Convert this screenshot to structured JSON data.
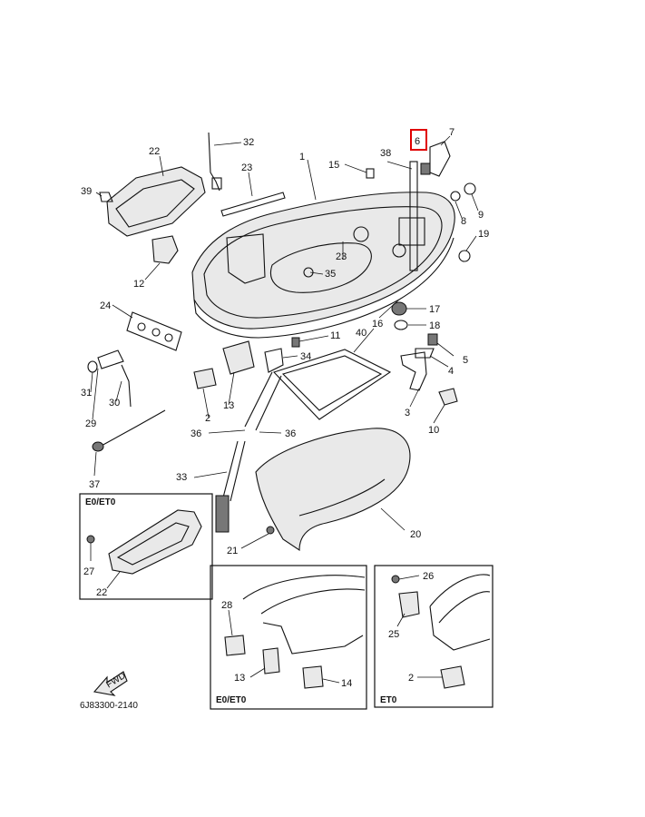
{
  "diagram": {
    "code": "6J83300-2140",
    "fwd_label": "FWD",
    "highlight_color": "#e00000",
    "highlighted_callout": "6",
    "callouts": [
      "1",
      "2",
      "3",
      "4",
      "5",
      "6",
      "7",
      "8",
      "9",
      "10",
      "11",
      "12",
      "13",
      "14",
      "15",
      "16",
      "17",
      "18",
      "19",
      "20",
      "21",
      "22",
      "23",
      "24",
      "25",
      "26",
      "27",
      "28",
      "29",
      "30",
      "31",
      "32",
      "33",
      "34",
      "35",
      "36",
      "37",
      "38",
      "39",
      "40"
    ],
    "insets": [
      {
        "title": "E0/ET0",
        "callouts": [
          "22",
          "27"
        ]
      },
      {
        "title": "E0/ET0",
        "callouts": [
          "28",
          "13",
          "14"
        ]
      },
      {
        "title": "ET0",
        "callouts": [
          "26",
          "25",
          "2"
        ]
      }
    ]
  }
}
